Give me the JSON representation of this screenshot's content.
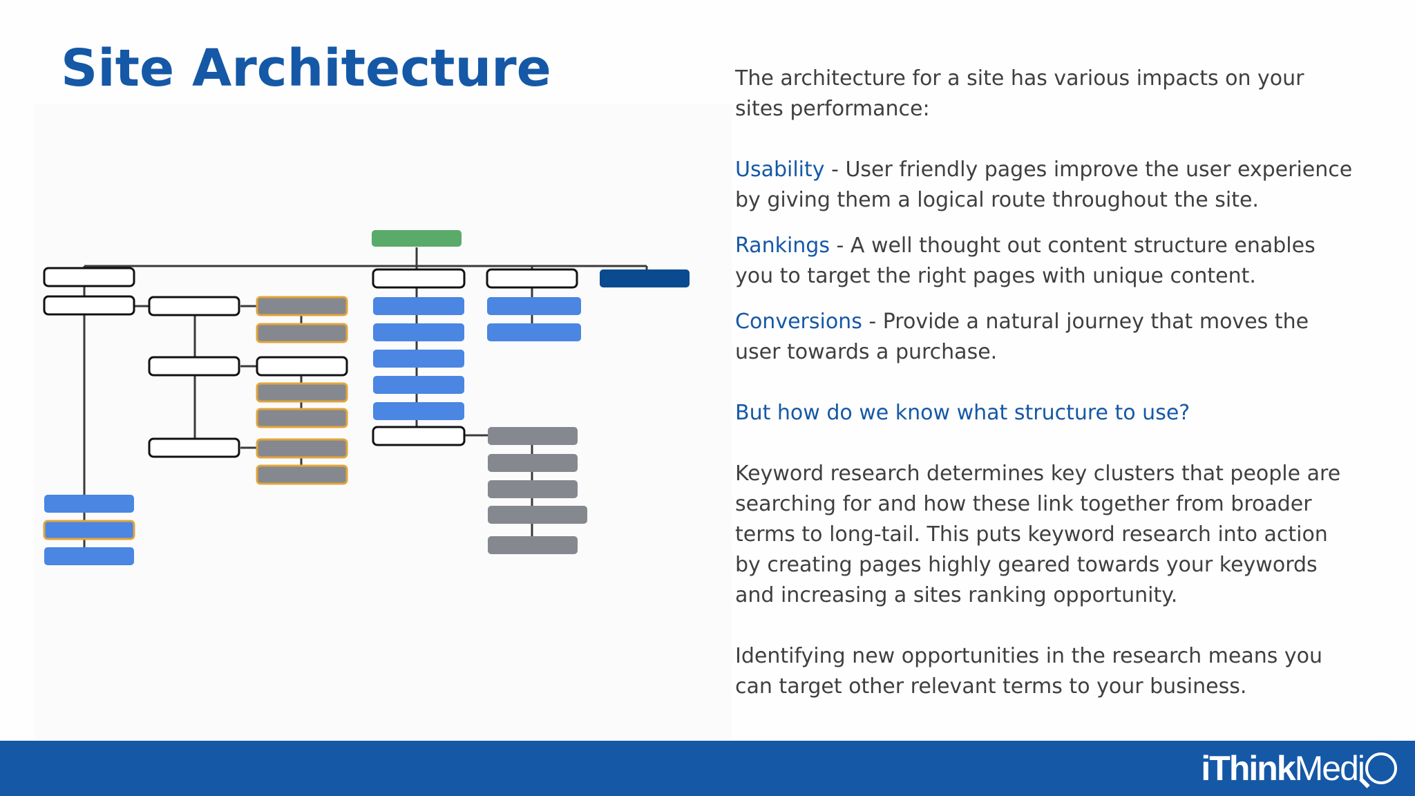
{
  "slide": {
    "title": "Site Architecture"
  },
  "content": {
    "intro": "The architecture for a site has various impacts on your sites performance:",
    "bullets": [
      {
        "term": "Usability",
        "text": " - User friendly pages improve the user experience by giving them a logical route throughout the site."
      },
      {
        "term": "Rankings",
        "text": " - A well thought out content structure enables you to target the right pages with unique content."
      },
      {
        "term": "Conversions",
        "text": " - Provide a natural journey that moves the user towards a purchase."
      }
    ],
    "question": "But how do we know what structure to use?",
    "paragraph1": "Keyword research determines key clusters that people are searching for and how these link together from broader terms to long-tail. This puts keyword research into action by creating pages highly geared towards your keywords and increasing a sites ranking opportunity.",
    "paragraph2": "Identifying new opportunities in the research means you can target other relevant terms to your business."
  },
  "footer": {
    "logo_bold": "iThink",
    "logo_light": "Medi",
    "logo_mark": "a"
  },
  "colors": {
    "brand_blue": "#1558a6",
    "root_green": "#5aaa6a",
    "page_blue": "#4a86e2",
    "dark_navy": "#0a4a8e",
    "keyword_gray": "#85888e",
    "highlight_orange": "#e3a53a",
    "outline_black": "#111111"
  },
  "diagram": {
    "description_icon": "site-architecture-tree"
  }
}
